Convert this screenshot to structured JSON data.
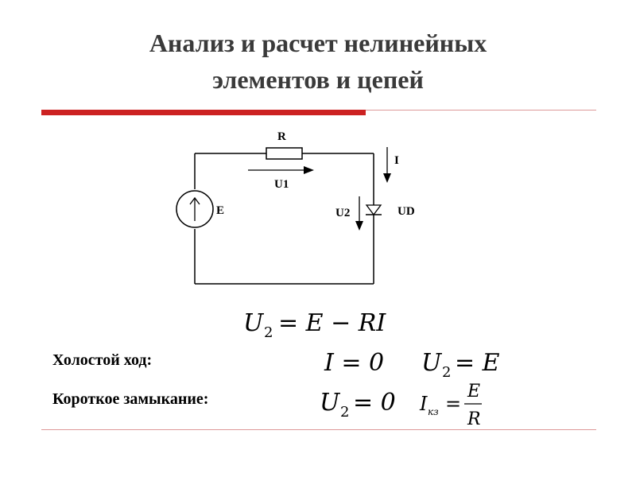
{
  "title": {
    "line1": "Анализ и расчет нелинейных",
    "line2": "элементов и цепей"
  },
  "circuit": {
    "resistor_label": "R",
    "u1_label": "U1",
    "source_label": "E",
    "current_label": "I",
    "u2_label": "U2",
    "diode_label": "UD"
  },
  "equations": {
    "main": {
      "lhs": "U",
      "lhs_sub": "2",
      "rhs": "= E − RI"
    },
    "no_load": {
      "label": "Холостой ход:",
      "eq1": "I = 0",
      "eq2_var": "U",
      "eq2_sub": "2",
      "eq2_rhs": "= E"
    },
    "short_circuit": {
      "label": "Короткое замыкание:",
      "eq1_var": "U",
      "eq1_sub": "2",
      "eq1_rhs": "= 0",
      "eq2_var": "I",
      "eq2_sub": "кз",
      "eq2_eq": "=",
      "eq2_num": "E",
      "eq2_den": "R"
    }
  },
  "colors": {
    "accent_red": "#cc2222",
    "title": "#3a3a3a"
  }
}
